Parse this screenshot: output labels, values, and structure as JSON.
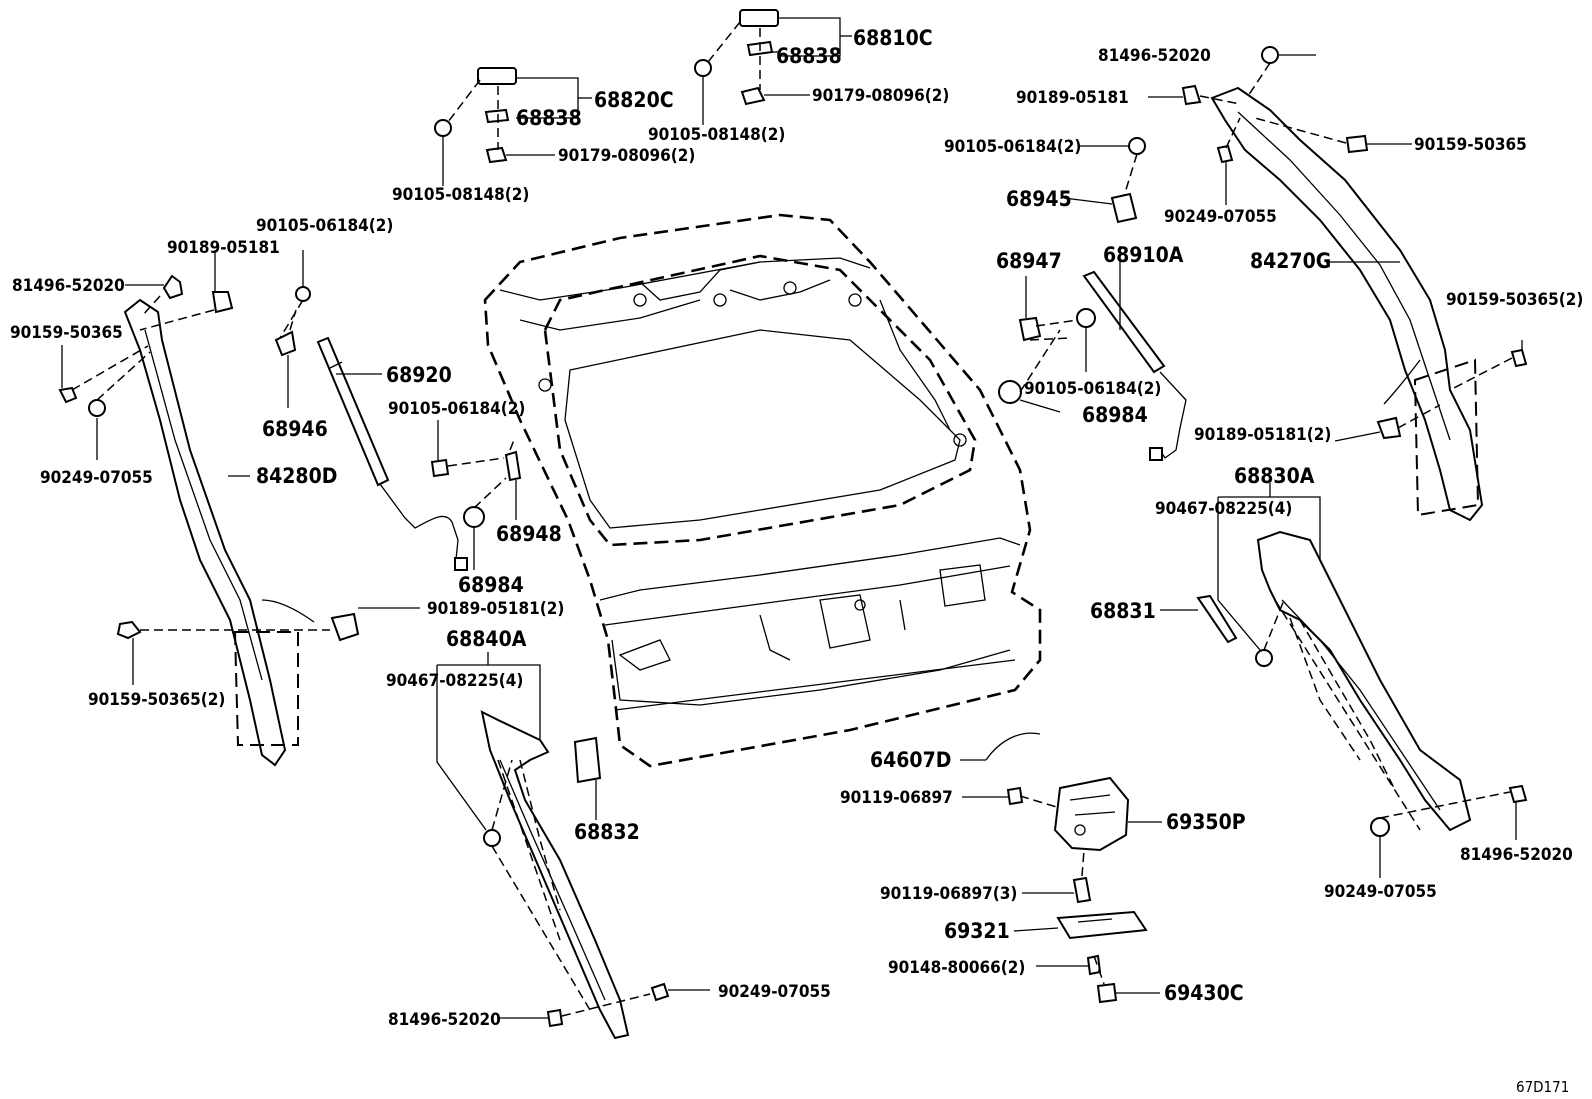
{
  "diagram_id": "67D171",
  "labels": {
    "p68810C": "68810C",
    "p68838_top": "68838",
    "p90179_top": "90179-08096(2)",
    "p90105_top": "90105-08148(2)",
    "p68820C": "68820C",
    "p68838_left": "68838",
    "p90179_left": "90179-08096(2)",
    "p90105_left": "90105-08148(2)",
    "p81496_ur": "81496-52020",
    "p90189_ur": "90189-05181",
    "p90159_ur": "90159-50365",
    "p90105_ur": "90105-06184(2)",
    "p90249_ur": "90249-07055",
    "p68945": "68945",
    "p84270G": "84270G",
    "p68947": "68947",
    "p68910A": "68910A",
    "p90159_ur2": "90159-50365(2)",
    "p90105_mr": "90105-06184(2)",
    "p68984_r": "68984",
    "p90189_r2": "90189-05181(2)",
    "p68830A": "68830A",
    "p90467_r": "90467-08225(4)",
    "p68831": "68831",
    "p90105_ml": "90105-06184(2)",
    "p90189_ul": "90189-05181",
    "p81496_ul": "81496-52020",
    "p90159_ul": "90159-50365",
    "p90249_ul": "90249-07055",
    "p84280D": "84280D",
    "p68920": "68920",
    "p68946": "68946",
    "p90105_c": "90105-06184(2)",
    "p68948": "68948",
    "p68984_l": "68984",
    "p90189_l2": "90189-05181(2)",
    "p90159_l2": "90159-50365(2)",
    "p68840A": "68840A",
    "p90467_l": "90467-08225(4)",
    "p68832": "68832",
    "p90249_lb": "90249-07055",
    "p81496_lb": "81496-52020",
    "p64607D": "64607D",
    "p90119_a": "90119-06897",
    "p69350P": "69350P",
    "p90119_b": "90119-06897(3)",
    "p69321": "69321",
    "p90148": "90148-80066(2)",
    "p69430C": "69430C",
    "p81496_rb": "81496-52020",
    "p90249_rb": "90249-07055"
  }
}
